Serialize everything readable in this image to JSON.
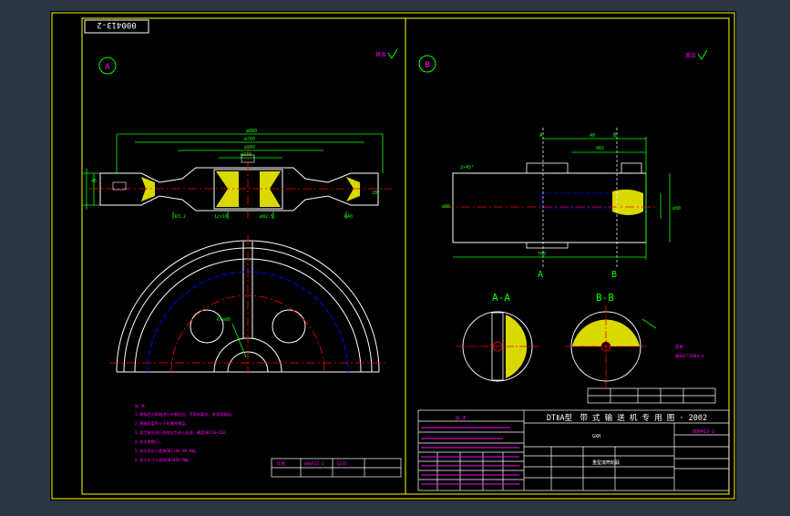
{
  "drawing": {
    "code_stamp": "000413-2",
    "view_a_label": "A",
    "view_b_label": "B",
    "section_a_label": "A-A",
    "section_b_label": "B-B",
    "cut_a_label": "A",
    "cut_b_label": "B",
    "roughness_note": "其余"
  },
  "title_block": {
    "main_title": "DTⅡA型　带 式 输 送 机 专 用 图 · 2002",
    "drawing_no": "000413-2",
    "part_code": "GXH",
    "part_name": "重型滚筒轮毂",
    "material": "Q235"
  },
  "tech_req": {
    "heading": "技 术",
    "lines": [
      "1.焊接后对焊缝进行外观检验，不得有裂纹、夹渣等缺陷。",
      "2.焊缝高度不小于较薄件厚度。",
      "3.加工前应进行消除应力退火处理，硬度HB170~220。",
      "4.未注倒角C1。",
      "5.未注形位公差按GB1184-80 K级。",
      "6.未注尺寸公差按GB1804-M级。"
    ]
  },
  "colors": {
    "background": "#000000",
    "frame": "#ffff00",
    "outline": "#ffffff",
    "dimension": "#00ff00",
    "centerline": "#ff0000",
    "hatch": "#ffff00",
    "annotation": "#ff00ff",
    "hidden": "#0000ff"
  }
}
